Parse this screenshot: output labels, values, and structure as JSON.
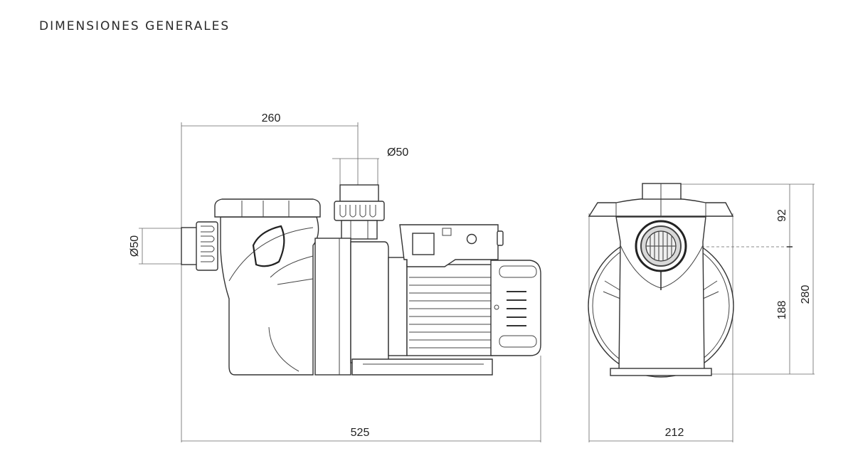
{
  "title": "DIMENSIONES GENERALES",
  "dimensions": {
    "side_top_length": "260",
    "outlet_diameter": "Ø50",
    "inlet_diameter": "Ø50",
    "total_length": "525",
    "width": "212",
    "upper_height": "92",
    "lower_height": "188",
    "total_height": "280"
  }
}
